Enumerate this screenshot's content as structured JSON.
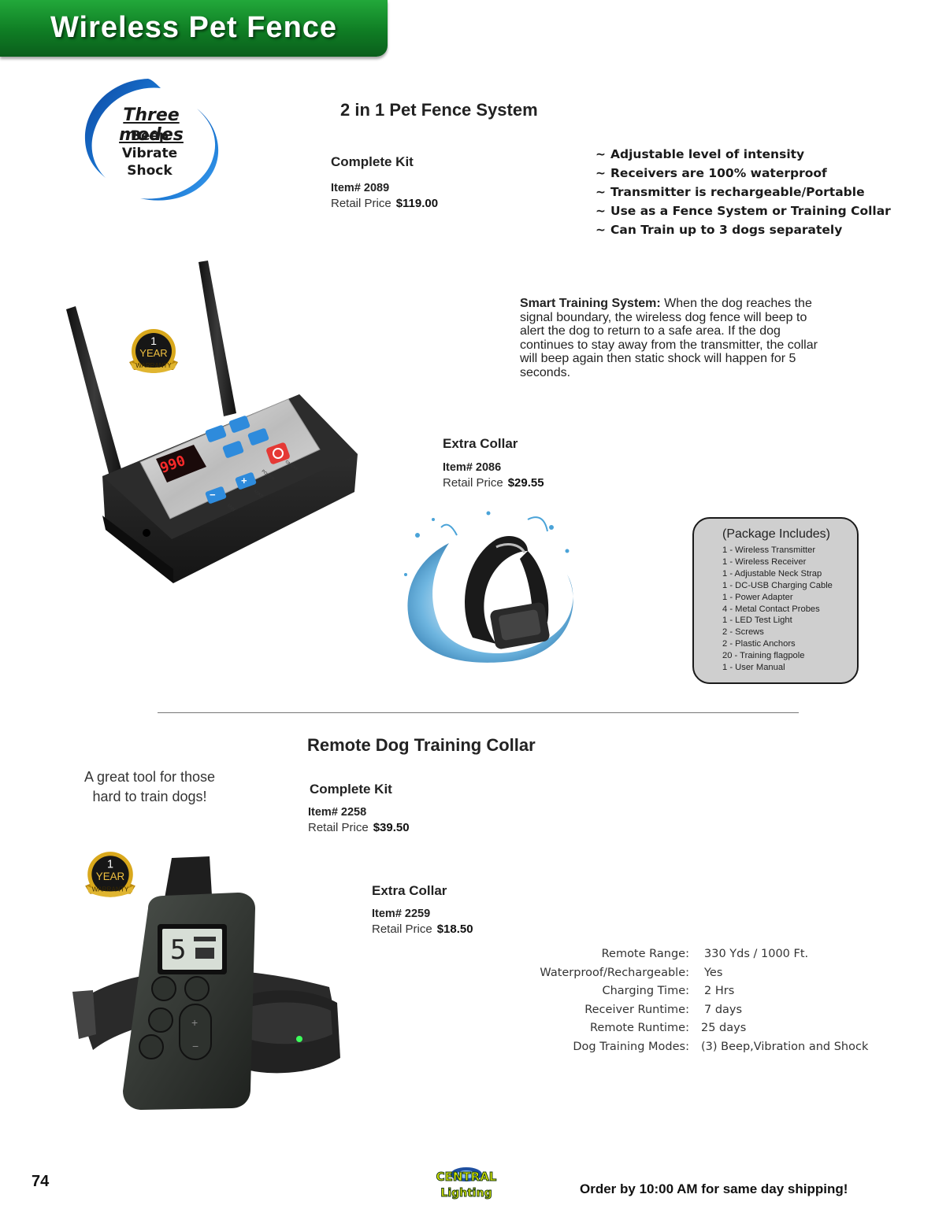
{
  "header": {
    "title": "Wireless Pet Fence"
  },
  "modes_badge": {
    "title": "Three modes",
    "modes": [
      "Beep",
      "Vibrate",
      "Shock"
    ]
  },
  "warranty_badge": {
    "number": "1",
    "unit": "YEAR",
    "ribbon": "WARRANTY"
  },
  "fence": {
    "title": "2 in 1 Pet Fence System",
    "complete_kit": {
      "label": "Complete Kit",
      "item": "Item# 2089",
      "price_label": "Retail Price",
      "price": "$119.00"
    },
    "extra_collar": {
      "label": "Extra Collar",
      "item": "Item# 2086",
      "price_label": "Retail Price",
      "price": "$29.55"
    },
    "features": [
      "Adjustable level of intensity",
      "Receivers are 100% waterproof",
      "Transmitter is rechargeable/Portable",
      "Use as a Fence System or Training Collar",
      "Can Train up to 3 dogs separately"
    ],
    "feature_bullet": "~",
    "smart_training": {
      "heading": "Smart Training System:",
      "text": "When the dog reaches the signal boundary, the wireless dog fence will beep to alert the dog to return to a safe area. If the dog continues to stay away from the transmitter, the collar will beep again then static shock will happen for 5 seconds."
    },
    "transmitter_display": "990",
    "transmitter_labels": {
      "min": "MIN",
      "max": "MAX",
      "power": "POWER",
      "on_off": "ON/OFF"
    },
    "package": {
      "title": "(Package Includes)",
      "items": [
        "1 - Wireless Transmitter",
        "1 - Wireless Receiver",
        "1 - Adjustable Neck Strap",
        "1 - DC-USB Charging Cable",
        "1 - Power Adapter",
        "4 - Metal Contact Probes",
        "1 - LED Test Light",
        "2 - Screws",
        "2 - Plastic Anchors",
        "20 - Training flagpole",
        "1 - User Manual"
      ]
    }
  },
  "collar": {
    "title": "Remote Dog Training Collar",
    "tagline_1": "A great tool for those",
    "tagline_2": "hard to train dogs!",
    "complete_kit": {
      "label": "Complete Kit",
      "item": "Item# 2258",
      "price_label": "Retail Price",
      "price": "$39.50"
    },
    "extra_collar": {
      "label": "Extra Collar",
      "item": "Item# 2259",
      "price_label": "Retail Price",
      "price": "$18.50"
    },
    "remote_display": "5",
    "specs": [
      {
        "label": "Remote Range:",
        "value": "330 Yds / 1000 Ft."
      },
      {
        "label": "Waterproof/Rechargeable:",
        "value": "Yes"
      },
      {
        "label": "Charging Time:",
        "value": "2 Hrs"
      },
      {
        "label": "Receiver Runtime:",
        "value": "7 days"
      },
      {
        "label": "Remote Runtime:",
        "value": "25 days"
      },
      {
        "label": "Dog Training Modes:",
        "value": "(3) Beep,Vibration and Shock"
      }
    ]
  },
  "footer": {
    "page_number": "74",
    "logo_top": "CENTRAL",
    "logo_bottom": "Lighting",
    "note": "Order by 10:00 AM for same day shipping!"
  },
  "colors": {
    "banner_green": "#0f7d24",
    "ring_blue": "#1565c0",
    "gold": "#d9a81c",
    "package_gray": "#cfcfcf"
  }
}
